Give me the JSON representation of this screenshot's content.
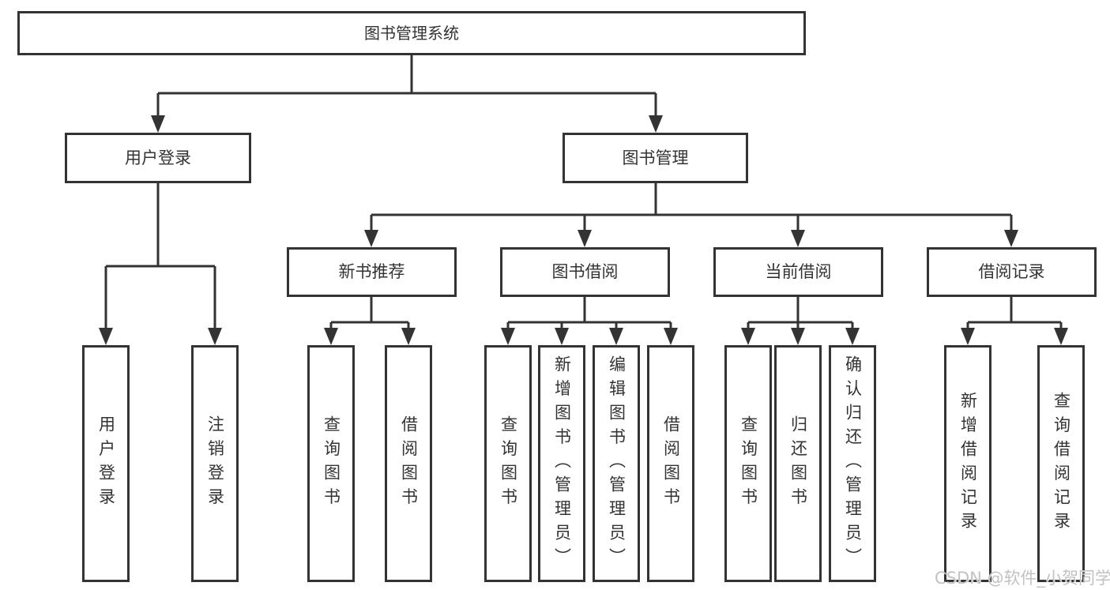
{
  "tree": {
    "root": {
      "label": "图书管理系统",
      "children": [
        {
          "label": "用户登录",
          "children": [
            {
              "label": "用户登录"
            },
            {
              "label": "注销登录"
            }
          ]
        },
        {
          "label": "图书管理",
          "children": [
            {
              "label": "新书推荐",
              "children": [
                {
                  "label": "查询图书"
                },
                {
                  "label": "借阅图书"
                }
              ]
            },
            {
              "label": "图书借阅",
              "children": [
                {
                  "label": "查询图书"
                },
                {
                  "label": "新增图书（管理员）"
                },
                {
                  "label": "编辑图书（管理员）"
                },
                {
                  "label": "借阅图书"
                }
              ]
            },
            {
              "label": "当前借阅",
              "children": [
                {
                  "label": "查询图书"
                },
                {
                  "label": "归还图书"
                },
                {
                  "label": "确认归还（管理员）"
                }
              ]
            },
            {
              "label": "借阅记录",
              "children": [
                {
                  "label": "新增借阅记录"
                },
                {
                  "label": "查询借阅记录"
                }
              ]
            }
          ]
        }
      ]
    }
  },
  "watermark": "CSDN @软件_小贺同学",
  "colors": {
    "line": "#333333",
    "text": "#333333",
    "background": "#ffffff",
    "watermark": "#c2c2c2"
  }
}
